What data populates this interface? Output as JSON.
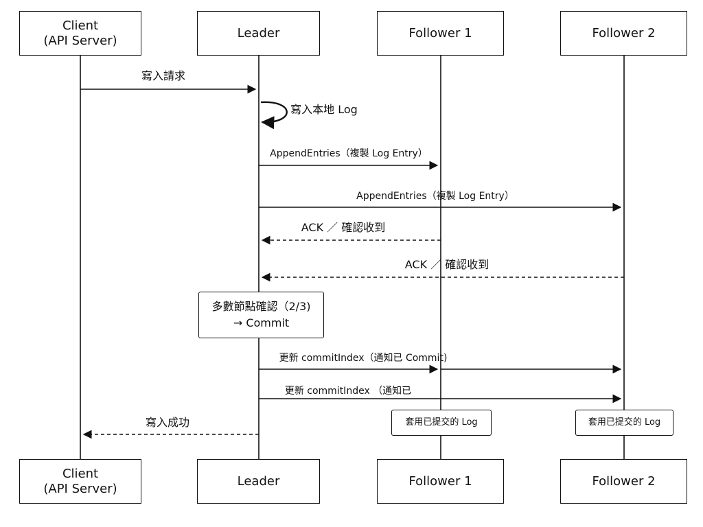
{
  "participants": {
    "client": "Client\n(API Server)",
    "leader": "Leader",
    "follower1": "Follower 1",
    "follower2": "Follower 2"
  },
  "messages": {
    "write_request": "寫入請求",
    "write_local_log": "寫入本地 Log",
    "append_f1": "AppendEntries（複製 Log Entry）",
    "append_f2": "AppendEntries（複製 Log Entry）",
    "ack_f1": "ACK ／ 確認收到",
    "ack_f2": "ACK ／ 確認收到",
    "commit_f1": "更新 commitIndex（通知已 Commit)",
    "commit_f2": "更新 commitIndex （通知已",
    "write_success": "寫入成功"
  },
  "notes": {
    "majority_line1": "多數節點確認（2/3)",
    "majority_line2": "→ Commit",
    "apply_f1": "套用已提交的 Log",
    "apply_f2": "套用已提交的 Log"
  }
}
